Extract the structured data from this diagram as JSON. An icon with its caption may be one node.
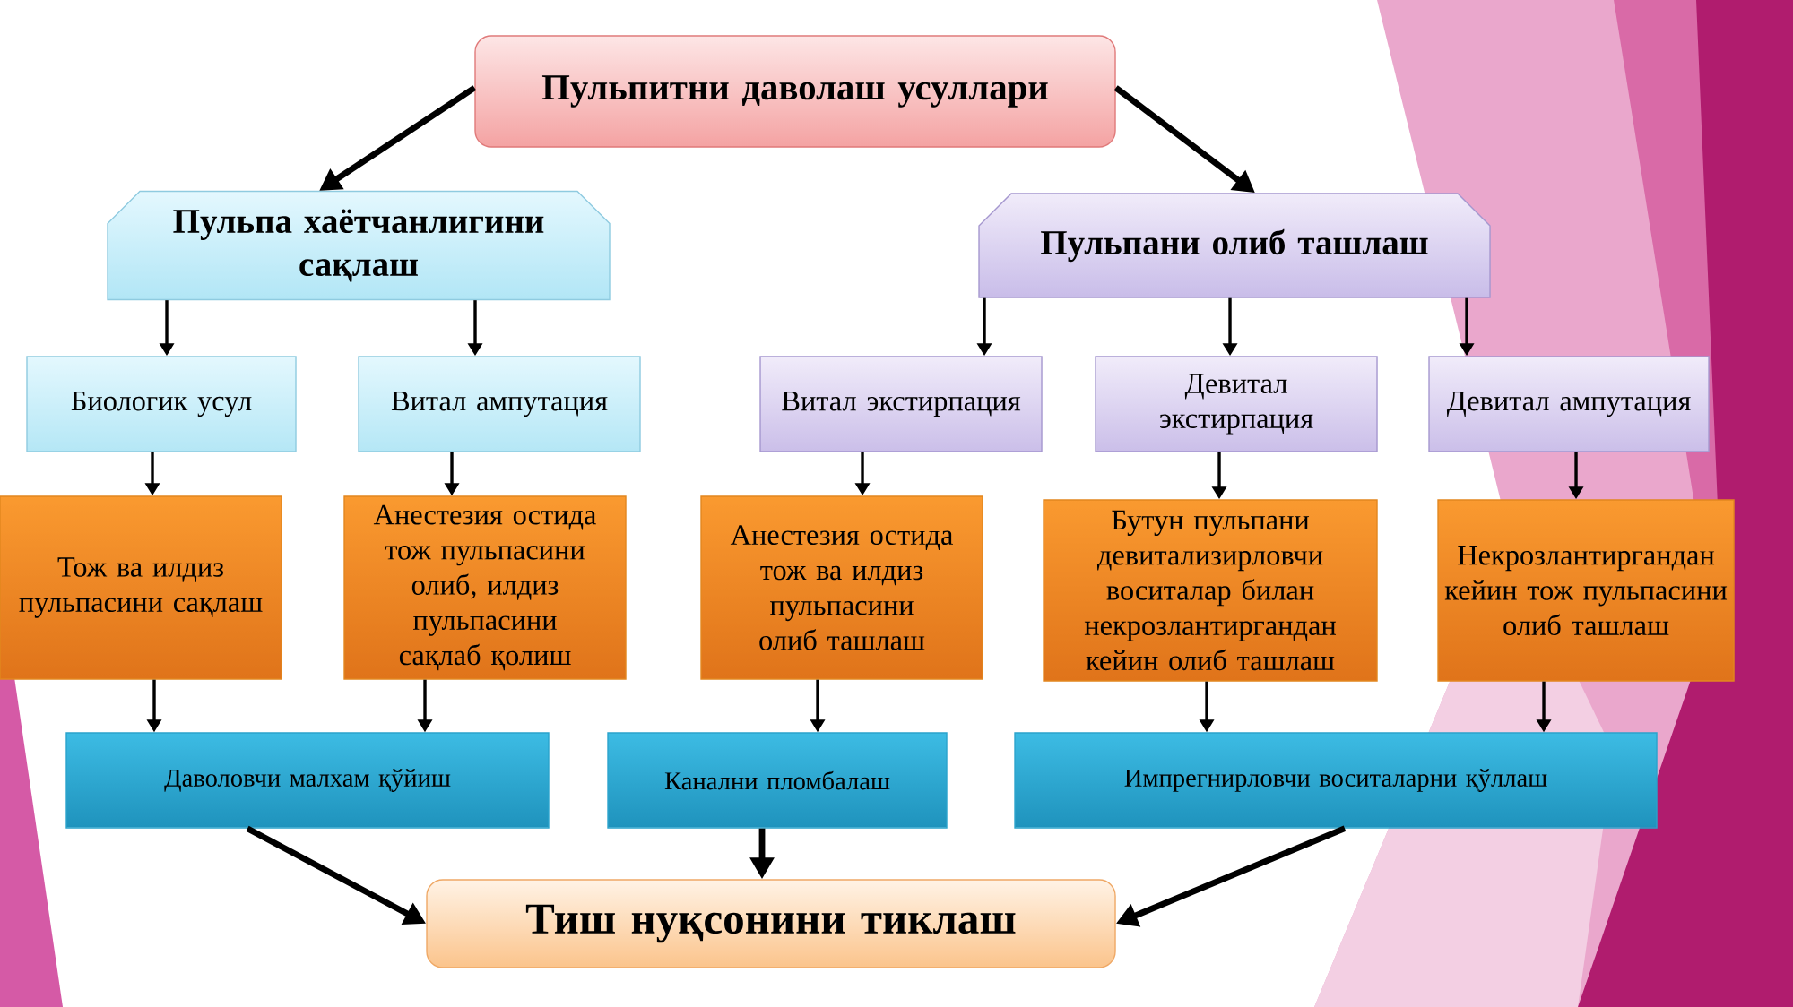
{
  "diagram": {
    "nodes": [
      {
        "text": [
          "Пульпитни даволаш усуллари"
        ]
      },
      {
        "text": [
          "Пульпа хаётчанлигини сақлаш"
        ]
      },
      {
        "text": [
          "Пульпани олиб ташлаш"
        ]
      },
      {
        "text": [
          "Биологик усул"
        ]
      },
      {
        "text": [
          "Витал ампутация"
        ]
      },
      {
        "text": [
          "Витал экстирпация"
        ]
      },
      {
        "text": [
          "Девитал экстирпация"
        ]
      },
      {
        "text": [
          "Девитал ампутация"
        ]
      },
      {
        "text": [
          "Тож ва илдиз пульпасини сақлаш"
        ]
      },
      {
        "text": [
          "Анестезия остида тож пульпасини олиб, илдиз пульпасини сақлаб қолиш"
        ]
      },
      {
        "text": [
          "Анестезия остида тож ва илдиз пульпасини олиб ташлаш"
        ]
      },
      {
        "text": [
          "Бутун пульпани девитализирловчи воситалар билан некрозлантиргандан кейин олиб ташлаш"
        ]
      },
      {
        "text": [
          "Некрозлантиргандан кейин тож пульпасини олиб ташлаш"
        ]
      },
      {
        "text": [
          "Даволовчи малхам қўйиш"
        ]
      },
      {
        "text": [
          "Канални пломбалаш"
        ]
      },
      {
        "text": [
          "Импрегнирловчи воситаларни қўллаш"
        ]
      },
      {
        "text": [
          "Тиш нуқсонини тиклаш"
        ]
      }
    ],
    "edges": [
      {
        "from": 0,
        "to": 1,
        "arrow": "to",
        "style": "thick"
      },
      {
        "from": 0,
        "to": 2,
        "arrow": "to",
        "style": "thick"
      },
      {
        "from": 1,
        "to": 3,
        "arrow": "to"
      },
      {
        "from": 1,
        "to": 4,
        "arrow": "to"
      },
      {
        "from": 2,
        "to": 5,
        "arrow": "to"
      },
      {
        "from": 2,
        "to": 6,
        "arrow": "to"
      },
      {
        "from": 2,
        "to": 7,
        "arrow": "to"
      },
      {
        "from": 3,
        "to": 8,
        "arrow": "to"
      },
      {
        "from": 4,
        "to": 9,
        "arrow": "to"
      },
      {
        "from": 5,
        "to": 10,
        "arrow": "to"
      },
      {
        "from": 6,
        "to": 11,
        "arrow": "to"
      },
      {
        "from": 7,
        "to": 12,
        "arrow": "to"
      },
      {
        "from": 8,
        "to": 13,
        "arrow": "to"
      },
      {
        "from": 9,
        "to": 13,
        "arrow": "to"
      },
      {
        "from": 10,
        "to": 14,
        "arrow": "to"
      },
      {
        "from": 11,
        "to": 15,
        "arrow": "to"
      },
      {
        "from": 12,
        "to": 15,
        "arrow": "to"
      },
      {
        "from": 13,
        "to": 16,
        "arrow": "to",
        "style": "thick"
      },
      {
        "from": 14,
        "to": 16,
        "arrow": "to",
        "style": "thick"
      },
      {
        "from": 15,
        "to": 16,
        "arrow": "to",
        "style": "thick"
      }
    ]
  }
}
